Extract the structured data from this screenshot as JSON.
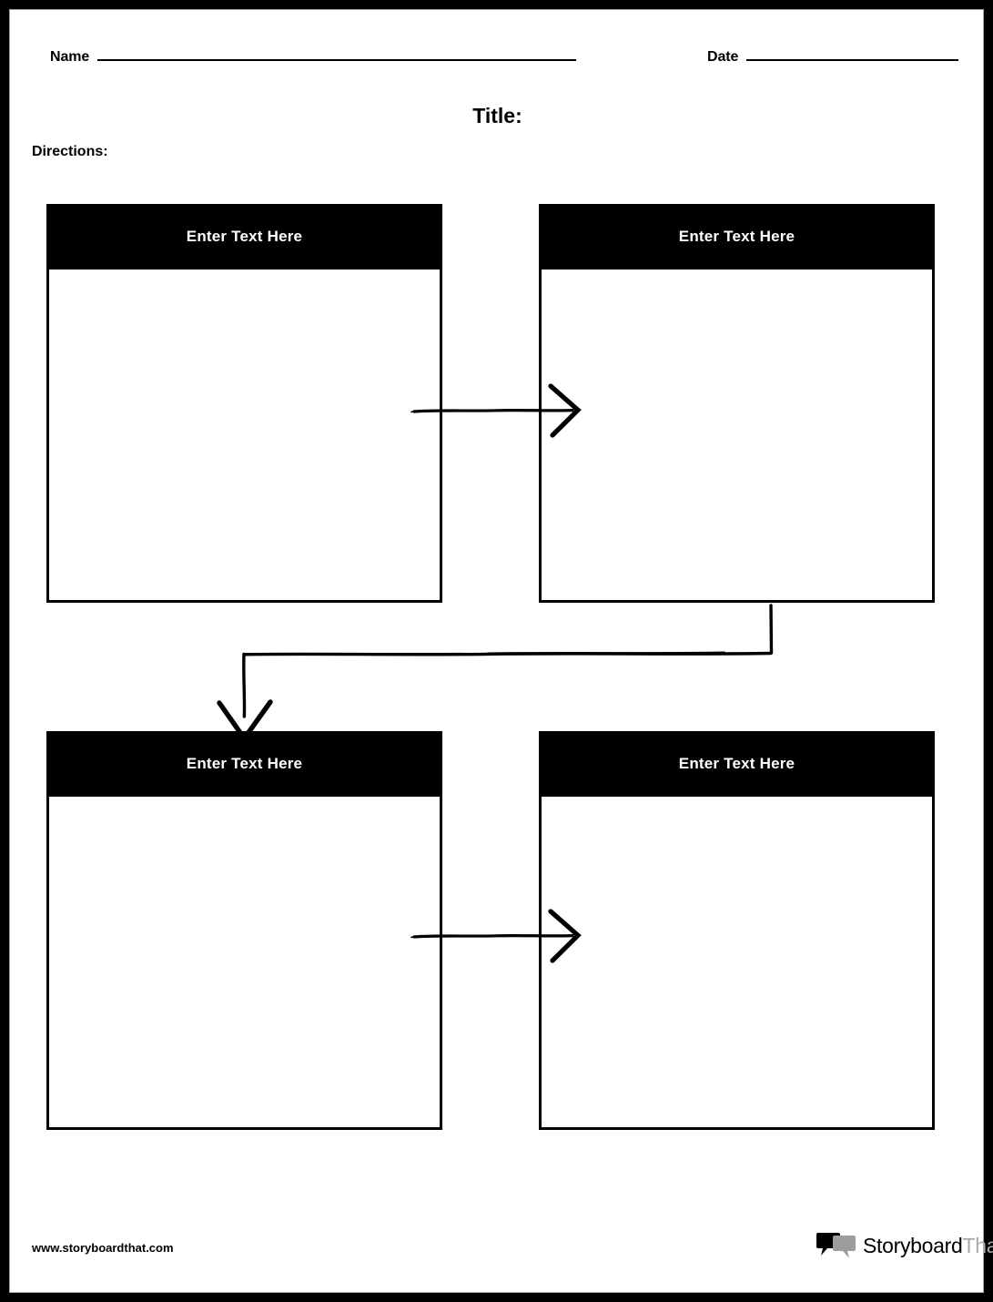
{
  "page": {
    "border_color": "#000000",
    "background": "#ffffff"
  },
  "header": {
    "name_label": "Name",
    "date_label": "Date",
    "name_value": "",
    "date_value": ""
  },
  "title": {
    "label": "Title:",
    "value": ""
  },
  "directions": {
    "label": "Directions:",
    "value": ""
  },
  "cells": [
    {
      "id": "cell-1",
      "header": "Enter Text Here",
      "body": ""
    },
    {
      "id": "cell-2",
      "header": "Enter Text Here",
      "body": ""
    },
    {
      "id": "cell-3",
      "header": "Enter Text Here",
      "body": ""
    },
    {
      "id": "cell-4",
      "header": "Enter Text Here",
      "body": ""
    }
  ],
  "connectors": [
    {
      "name": "arrow-cell1-to-cell2",
      "direction": "right"
    },
    {
      "name": "arrow-cell2-to-cell3",
      "direction": "elbow-left-down"
    },
    {
      "name": "arrow-cell3-to-cell4",
      "direction": "right"
    }
  ],
  "footer": {
    "url": "www.storyboardthat.com",
    "logo_primary": "Storyboard",
    "logo_secondary": "That",
    "logo_primary_color": "#000000",
    "logo_secondary_color": "#a9a9a9"
  }
}
